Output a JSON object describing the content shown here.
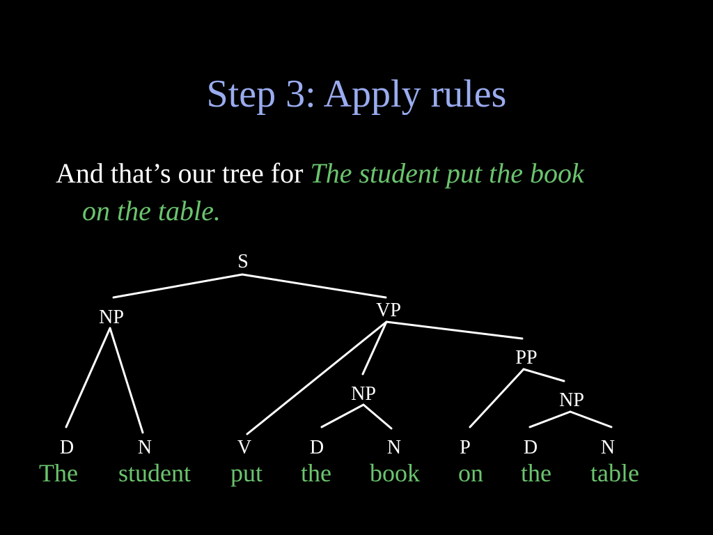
{
  "slide": {
    "title": "Step 3: Apply rules",
    "text_intro": "And that’s our tree for ",
    "text_italic_1": "The student put the book",
    "text_italic_2": "on the table",
    "text_period": "."
  },
  "colors": {
    "background": "#000000",
    "title": "#9AACF0",
    "body": "#FFFFFF",
    "highlight": "#6BC46E",
    "tree": "#FFFFFF"
  },
  "tree": {
    "labels": {
      "s": "S",
      "np_subject": "NP",
      "vp": "VP",
      "pp": "PP",
      "np_object": "NP",
      "np_pp": "NP",
      "d1": "D",
      "n1": "N",
      "v": "V",
      "d2": "D",
      "n2": "N",
      "p": "P",
      "d3": "D",
      "n3": "N"
    },
    "words": [
      "The",
      "student",
      "put",
      "the",
      "book",
      "on",
      "the",
      "table"
    ]
  }
}
